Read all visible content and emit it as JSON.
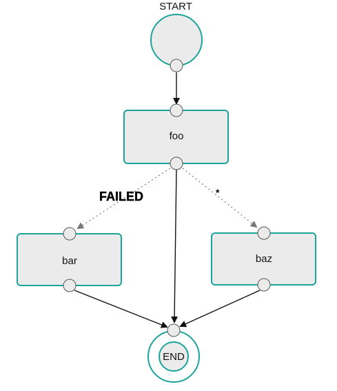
{
  "diagram": {
    "start_label": "START",
    "end_label": "END",
    "nodes": {
      "foo": "foo",
      "bar": "bar",
      "baz": "baz"
    },
    "edges": {
      "foo_to_bar_label": "FAILED",
      "foo_to_baz_label": "*"
    },
    "colors": {
      "node_fill": "#ebebeb",
      "node_border": "#1aa39a",
      "solid_edge": "#111111",
      "dashed_edge": "#777777"
    }
  }
}
